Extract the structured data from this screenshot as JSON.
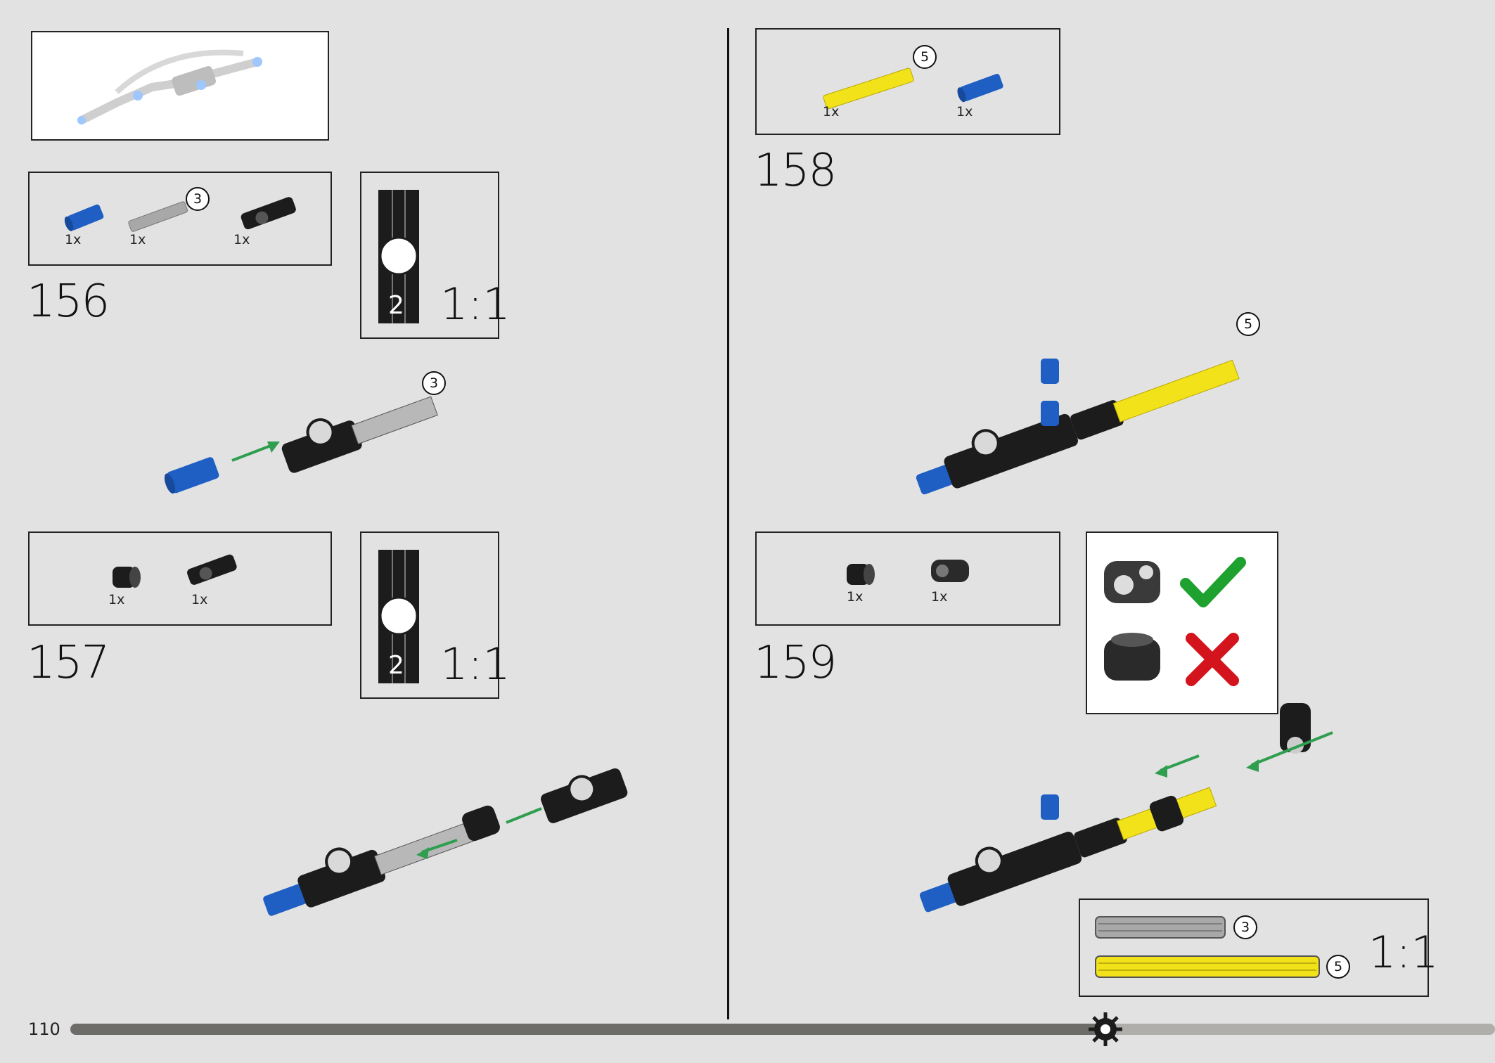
{
  "page": {
    "number": "110"
  },
  "overview": {
    "name": "model-overview-thumbnail"
  },
  "steps": [
    {
      "number": "156",
      "parts": [
        {
          "qty": "1x"
        },
        {
          "qty": "1x",
          "length": "3"
        },
        {
          "qty": "1x"
        }
      ],
      "scale_label": "1:1",
      "ruler_number": "2",
      "callout_length": "3"
    },
    {
      "number": "157",
      "parts": [
        {
          "qty": "1x"
        },
        {
          "qty": "1x"
        }
      ],
      "scale_label": "1:1",
      "ruler_number": "2"
    },
    {
      "number": "158",
      "parts": [
        {
          "qty": "1x",
          "length": "5"
        },
        {
          "qty": "1x"
        }
      ],
      "callout_length": "5"
    },
    {
      "number": "159",
      "parts": [
        {
          "qty": "1x"
        },
        {
          "qty": "1x"
        }
      ],
      "scale_box": {
        "axle_gray_length": "3",
        "axle_yellow_length": "5",
        "scale_label": "1:1"
      }
    }
  ],
  "colors": {
    "background": "#e2e2e2",
    "black_part": "#1c1c1c",
    "blue_part": "#1f5fc4",
    "yellow_part": "#f2e21a",
    "gray_part": "#a8a8a8",
    "arrow": "#2f9e4f",
    "check": "#1fa12f",
    "cross": "#d4141c"
  }
}
